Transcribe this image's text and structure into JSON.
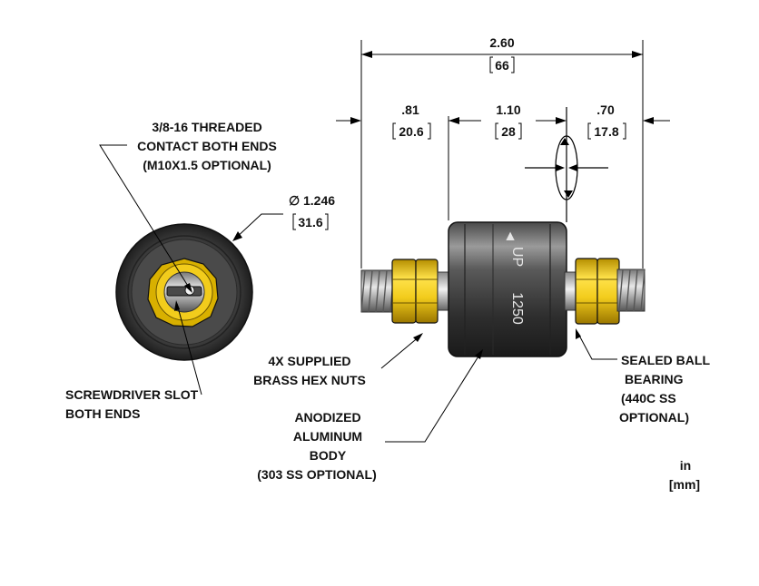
{
  "dimensions": {
    "overall": {
      "inch": "2.60",
      "mm": "66"
    },
    "left_end": {
      "inch": ".81",
      "mm": "20.6"
    },
    "body_length": {
      "inch": "1.10",
      "mm": "28"
    },
    "right_end": {
      "inch": ".70",
      "mm": "17.8"
    },
    "diameter": {
      "symbol": "∅",
      "inch": "1.246",
      "mm": "31.6"
    }
  },
  "labels": {
    "thread": [
      "3/8-16 THREADED",
      "CONTACT BOTH ENDS",
      "(M10X1.5 OPTIONAL)"
    ],
    "screwdriver": [
      "SCREWDRIVER SLOT",
      "BOTH ENDS"
    ],
    "hex_nuts": [
      "4X SUPPLIED",
      "BRASS HEX NUTS"
    ],
    "body": [
      "ANODIZED",
      "ALUMINUM",
      "BODY",
      "(303 SS OPTIONAL)"
    ],
    "bearing": [
      "SEALED BALL",
      "BEARING",
      "(440C SS",
      "OPTIONAL)"
    ],
    "units": [
      "in",
      "[mm]"
    ]
  },
  "body_marking": {
    "arrow": "▲",
    "up": "UP",
    "model": "1250"
  },
  "colors": {
    "brass": "#f2cc1c",
    "body_dark": "#3a3a3a",
    "body_light": "#8a8a8a",
    "steel": "#b8b8b8"
  }
}
